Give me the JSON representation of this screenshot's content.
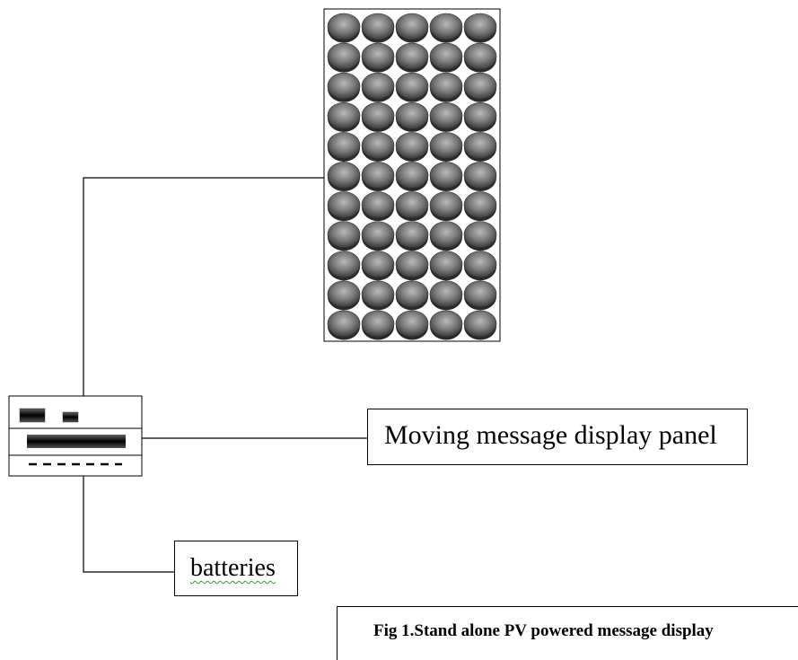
{
  "labels": {
    "display_panel": "Moving message display panel",
    "batteries": "batteries",
    "caption": "Fig 1.Stand alone PV powered message display"
  },
  "solar_panel": {
    "rows": 11,
    "cols": 5
  },
  "colors": {
    "cell_dark": "#3a3a3a",
    "cell_light": "#b9b9b9",
    "line": "#000000"
  }
}
